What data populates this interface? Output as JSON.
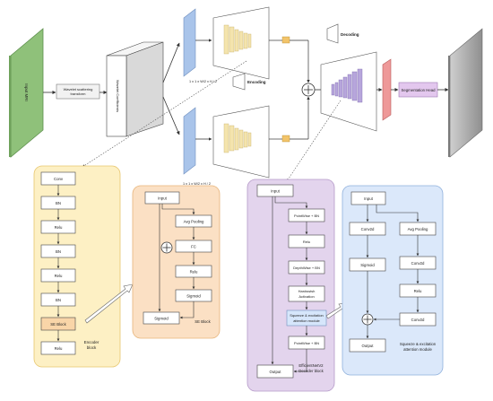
{
  "top": {
    "input_label": "Input MRI",
    "wavelet_label_1": "Wavelet scattering",
    "wavelet_label_2": "transform",
    "coeff_label": "Wavelet Coefficients",
    "dim_top": "1 x 1 x W/2 x H / 2",
    "dim_bottom": "1 x 1 x W/2 x H / 2",
    "decoding_legend": "Decoding",
    "encoding_legend": "Encoding",
    "seg_head": "Segmentation Head"
  },
  "encoder_block": {
    "title_1": "Encoder",
    "title_2": "block",
    "layers": [
      "Conv",
      "BN",
      "Relu",
      "BN",
      "Relu",
      "BN",
      "SE Block",
      "Relu"
    ]
  },
  "se_block": {
    "label": "SE Block",
    "input": "Input",
    "avg_pool": "Avg Pooling",
    "fc": "FC",
    "relu": "Relu",
    "sigmoid_right": "Sigmoid",
    "sigmoid_left": "Sigmoid"
  },
  "decoder_block": {
    "title_1": "EfficientNetV2",
    "title_2": "Decoder block",
    "input": "Input",
    "output": "Output",
    "layers": [
      "PointWise + BN",
      "Relu",
      "DepthWise + BN",
      "Hardswish",
      "Activation",
      "Squeeze & excitation",
      "attention module",
      "PointWise + BN"
    ]
  },
  "sq_module": {
    "title_1": "Squeeze & excitation",
    "title_2": "attention module",
    "input": "Input",
    "conv2d_left": "Conv2d",
    "sigmoid": "Sigmoid",
    "output": "Output",
    "avg_pool": "Avg Pooling",
    "conv2d_1": "Conv2d",
    "relu": "Relu",
    "conv2d_2": "Conv2d"
  },
  "colors": {
    "input_green": "#8fc17a",
    "blue_slab": "#a9c4ea",
    "cream_feature": "#f4e4ad",
    "lavender_feature": "#b7a6dc",
    "red_slab": "#ee9999",
    "seg_head_fill": "#e3c7ee",
    "encoder_bg": "#fdf0c4",
    "se_bg": "#fbe0c4",
    "decoder_bg": "#e3d4ed",
    "sq_bg": "#dbe8fa",
    "se_block_highlight": "#f9d5a8",
    "squeeze_highlight": "#d6e6fb"
  }
}
